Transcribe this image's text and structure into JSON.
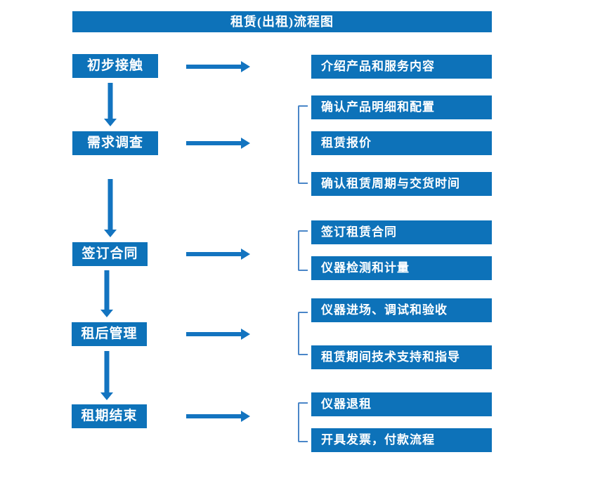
{
  "title": "租赁(出租)流程图",
  "colors": {
    "primary_blue": "#0d72b9",
    "arrow_blue": "#1374c0",
    "bracket_blue": "#4a86c8",
    "text_on_blue": "#ffffff",
    "background": "#ffffff"
  },
  "steps": [
    {
      "label": "初步接触",
      "outputs": [
        "介绍产品和服务内容"
      ]
    },
    {
      "label": "需求调查",
      "outputs": [
        "确认产品明细和配置",
        "租赁报价",
        "确认租赁周期与交货时间"
      ]
    },
    {
      "label": "签订合同",
      "outputs": [
        "签订租赁合同",
        "仪器检测和计量"
      ]
    },
    {
      "label": "租后管理",
      "outputs": [
        "仪器进场、调试和验收",
        "租赁期间技术支持和指导"
      ]
    },
    {
      "label": "租期结束",
      "outputs": [
        "仪器退租",
        "开具发票，付款流程"
      ]
    }
  ]
}
